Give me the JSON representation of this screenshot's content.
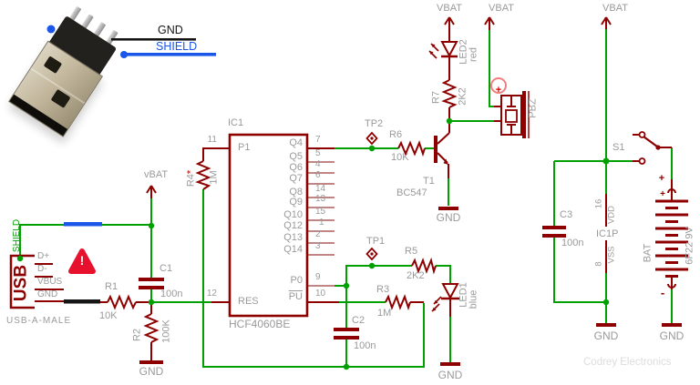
{
  "colors": {
    "wire": "#00a000",
    "symbol": "#8e0000",
    "pin_stub": "#c08585",
    "label_gray": "#9a9a9a",
    "blue": "#1a56e8",
    "warning_red": "#e8112d",
    "watermark": "#dcdcdc"
  },
  "photo": {
    "callout_gnd": "GND",
    "callout_shield": "SHIELD"
  },
  "usb_connector": {
    "name": "USB",
    "shield_label": "SHIELD",
    "pins": [
      "D+",
      "D-",
      "VBUS",
      "GND"
    ],
    "caption": "USB-A-MALE"
  },
  "warning": {
    "mark": "!"
  },
  "power": {
    "vbat_lower": "vBAT",
    "vbat": "VBAT"
  },
  "components": {
    "r1": {
      "ref": "R1",
      "value": "10K"
    },
    "r2": {
      "ref": "R2",
      "value": "100K"
    },
    "r3": {
      "ref": "R3",
      "value": "1M"
    },
    "r4": {
      "ref": "R4",
      "star": "*",
      "value": "1M"
    },
    "r5": {
      "ref": "R5",
      "value": "2K2"
    },
    "r6": {
      "ref": "R6",
      "value": "10K"
    },
    "r7": {
      "ref": "R7",
      "value": "2K2"
    },
    "c1": {
      "ref": "C1",
      "value": "100n"
    },
    "c2": {
      "ref": "C2",
      "value": "100n"
    },
    "c3": {
      "ref": "C3",
      "value": "100n"
    },
    "t1": {
      "ref": "T1",
      "value": "BC547"
    },
    "led1": {
      "ref": "LED1",
      "value": "blue"
    },
    "led2": {
      "ref": "LED2",
      "value": "red"
    },
    "buzzer": {
      "ref": "PBZ",
      "plus": "+"
    },
    "battery": {
      "ref": "BAT",
      "value": "6F22 9V",
      "plus": "+",
      "minus": "-"
    },
    "s1": {
      "ref": "S1"
    }
  },
  "ic1": {
    "ref": "IC1",
    "part": "HCF4060BE",
    "left_pins": [
      {
        "num": "11",
        "label": "P1"
      },
      {
        "num": "12",
        "label": "RES"
      }
    ],
    "right_pins": [
      {
        "num": "7",
        "label": "Q4"
      },
      {
        "num": "5",
        "label": "Q5"
      },
      {
        "num": "4",
        "label": "Q6"
      },
      {
        "num": "6",
        "label": "Q7"
      },
      {
        "num": "14",
        "label": "Q8"
      },
      {
        "num": "13",
        "label": "Q9"
      },
      {
        "num": "15",
        "label": "Q10"
      },
      {
        "num": "1",
        "label": "Q12"
      },
      {
        "num": "2",
        "label": "Q13"
      },
      {
        "num": "3",
        "label": "Q14"
      },
      {
        "num": "9",
        "label": "P0"
      },
      {
        "num": "10",
        "label": "PU"
      }
    ]
  },
  "ic1p": {
    "ref": "IC1P",
    "pin_top": {
      "num": "16",
      "label": "VDD"
    },
    "pin_bottom": {
      "num": "8",
      "label": "VSS"
    }
  },
  "testpoints": {
    "tp1": "TP1",
    "tp2": "TP2"
  },
  "gnd_label": "GND",
  "watermark": "Codrey Electronics"
}
